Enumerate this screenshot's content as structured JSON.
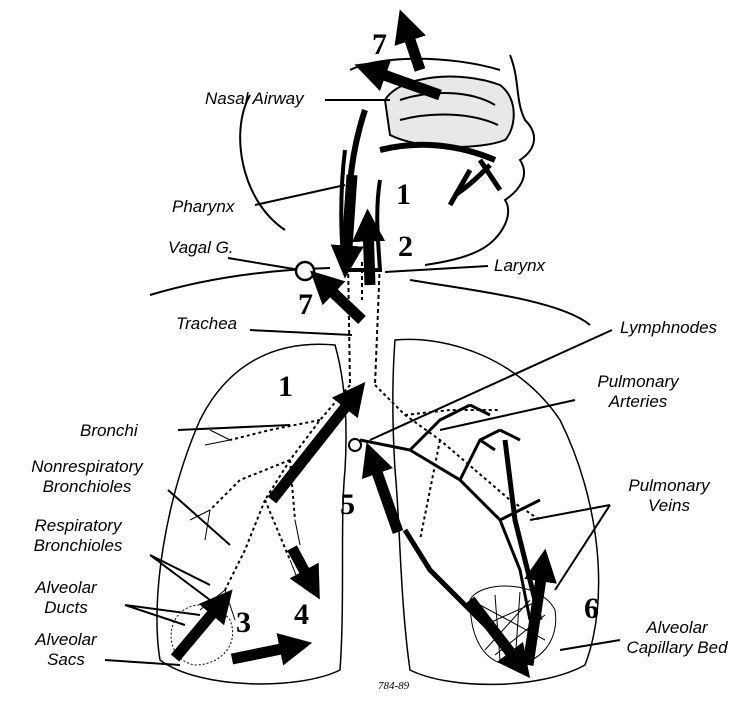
{
  "labels": {
    "nasal_airway": "Nasal Airway",
    "pharynx": "Pharynx",
    "vagal_g": "Vagal G.",
    "larynx": "Larynx",
    "trachea": "Trachea",
    "lymphnodes": "Lymphnodes",
    "pulmonary_arteries_1": "Pulmonary",
    "pulmonary_arteries_2": "Arteries",
    "bronchi": "Bronchi",
    "nonrespiratory_1": "Nonrespiratory",
    "nonrespiratory_2": "Bronchioles",
    "respiratory_1": "Respiratory",
    "respiratory_2": "Bronchioles",
    "alveolar_ducts_1": "Alveolar",
    "alveolar_ducts_2": "Ducts",
    "alveolar_sacs_1": "Alveolar",
    "alveolar_sacs_2": "Sacs",
    "pulmonary_veins_1": "Pulmonary",
    "pulmonary_veins_2": "Veins",
    "capillary_bed_1": "Alveolar",
    "capillary_bed_2": "Capillary Bed"
  },
  "numbers": {
    "n7_top": "7",
    "n1_upper": "1",
    "n2": "2",
    "n7_mid": "7",
    "n1_lower": "1",
    "n5": "5",
    "n3": "3",
    "n4": "4",
    "n6": "6"
  },
  "signature": "784-89"
}
